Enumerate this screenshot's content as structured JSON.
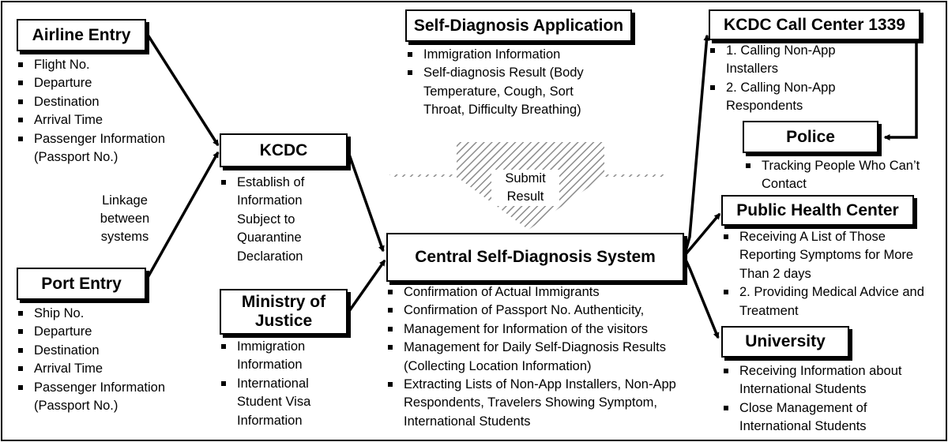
{
  "boxes": {
    "airline": "Airline Entry",
    "port": "Port Entry",
    "kcdc": "KCDC",
    "moj": "Ministry of Justice",
    "app": "Self-Diagnosis Application",
    "central": "Central Self-Diagnosis System",
    "callcenter": "KCDC Call Center 1339",
    "police": "Police",
    "phc": "Public Health Center",
    "univ": "University"
  },
  "airline_items": [
    "Flight No.",
    "Departure",
    "Destination",
    "Arrival Time",
    "Passenger Information (Passport No.)"
  ],
  "port_items": [
    "Ship No.",
    "Departure",
    "Destination",
    "Arrival Time",
    "Passenger Information (Passport No.)"
  ],
  "linkage_label": "Linkage between systems",
  "kcdc_items": [
    "Establish of Information Subject to Quarantine Declaration"
  ],
  "moj_items": [
    "Immigration Information",
    "International Student Visa Information"
  ],
  "app_items": [
    "Immigration Information",
    "Self-diagnosis Result (Body Temperature, Cough, Sort Throat, Difficulty Breathing)"
  ],
  "submit_label": "Submit Result",
  "central_items": [
    "Confirmation of Actual Immigrants",
    "Confirmation of Passport No. Authenticity,",
    "Management for Information of the visitors",
    "Management for Daily Self-Diagnosis Results (Collecting Location Information)",
    "Extracting Lists of Non-App Installers, Non-App Respondents, Travelers Showing Symptom, International Students"
  ],
  "callcenter_items": [
    "1. Calling Non-App Installers",
    "2. Calling Non-App Respondents"
  ],
  "police_items": [
    "Tracking People Who Can’t Contact"
  ],
  "phc_items": [
    "Receiving A List of Those Reporting Symptoms for More Than 2 days",
    "2. Providing Medical Advice and Treatment"
  ],
  "univ_items": [
    "Receiving Information about International Students",
    "Close Management of International Students"
  ],
  "colors": {
    "line": "#000000",
    "hatch": "#8c8c8c",
    "background": "#ffffff"
  }
}
